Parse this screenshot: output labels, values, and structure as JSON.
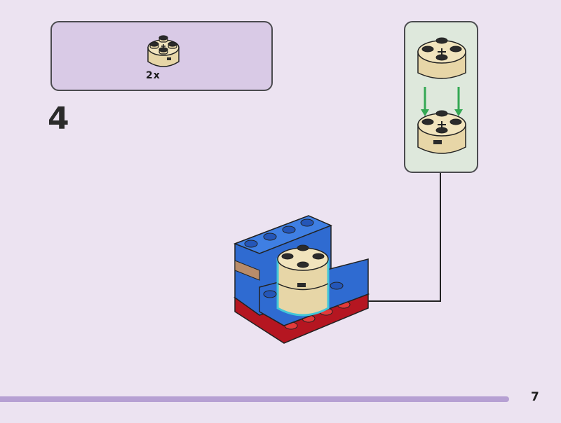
{
  "parts_list": {
    "items": [
      {
        "icon": "tan-round-brick-icon",
        "quantity": "2x"
      }
    ]
  },
  "step": {
    "number": "4"
  },
  "callout": {
    "icon": "tan-round-brick-stack-icon",
    "arrow_color": "#34a853"
  },
  "colors": {
    "page_background": "#ece3f1",
    "parts_box_background": "#d9cae6",
    "callout_background": "#dee8dc",
    "footer_bar": "#b6a0d3",
    "tan_brick": "#e7d6a7",
    "blue_brick": "#2f6bd1",
    "red_plate": "#d0202b"
  },
  "footer": {
    "page_number": "7"
  }
}
